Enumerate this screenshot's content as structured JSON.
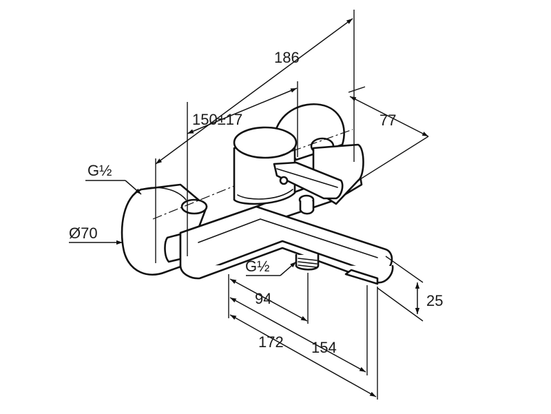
{
  "drawing": {
    "dimensions": {
      "total_width": "186",
      "spindle_spacing": "150±17",
      "projection": "77",
      "inlet_thread": "G½",
      "rosette_diameter": "Ø70",
      "outlet_thread": "G½",
      "outlet_offset": "94",
      "spout_length": "154",
      "spout_reach": "172",
      "spout_height": "25"
    }
  }
}
